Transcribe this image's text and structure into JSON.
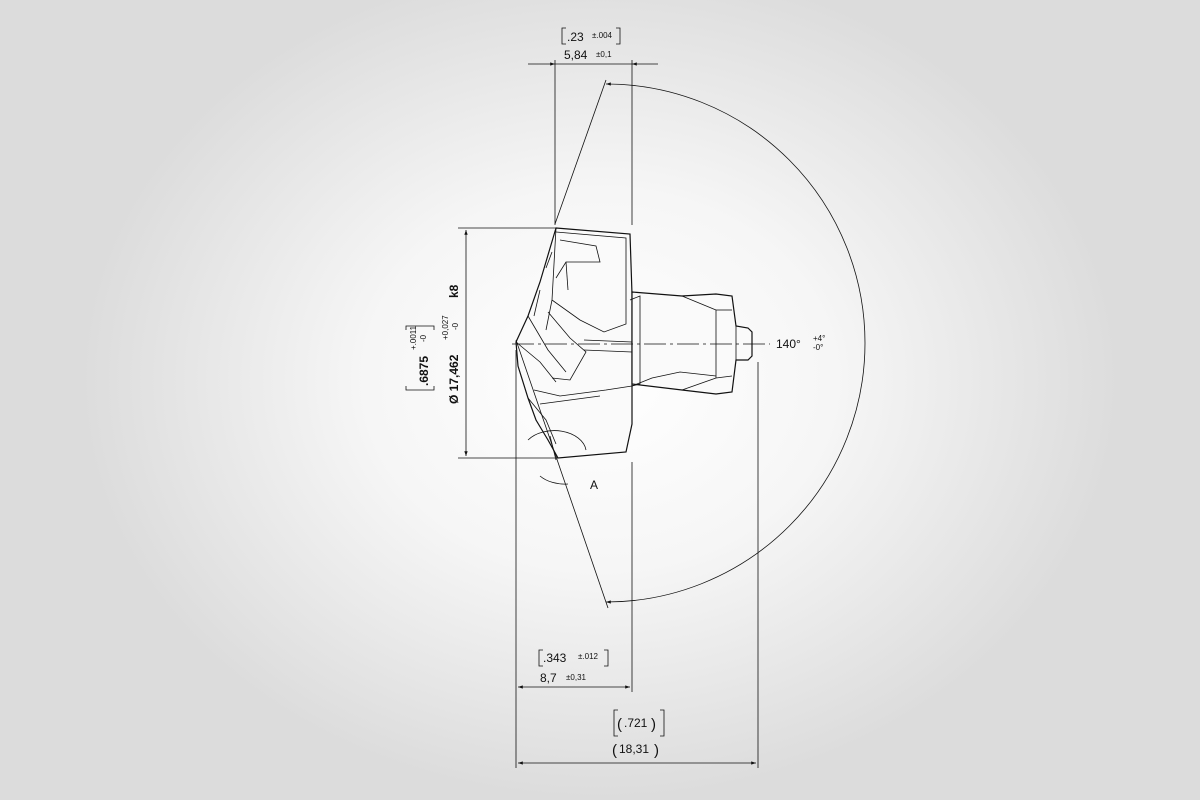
{
  "dims": {
    "top_in": ".23",
    "top_in_tol": "±.004",
    "top_mm": "5,84",
    "top_mm_tol": "±0,1",
    "angle": "140°",
    "angle_tol_plus": "+4°",
    "angle_tol_minus": "-0°",
    "dia_in": ".6875",
    "dia_in_tol_plus": "+.0011",
    "dia_in_tol_minus": "-0",
    "dia_mm": "Ø 17,462",
    "dia_mm_tol_plus": "+0,027",
    "dia_mm_tol_minus": "-0",
    "dia_fit": "k8",
    "detail": "A",
    "len_in": ".343",
    "len_in_tol": "±.012",
    "len_mm": "8,7",
    "len_mm_tol": "±0,31",
    "overall_in": ".721",
    "overall_mm": "18,31"
  }
}
